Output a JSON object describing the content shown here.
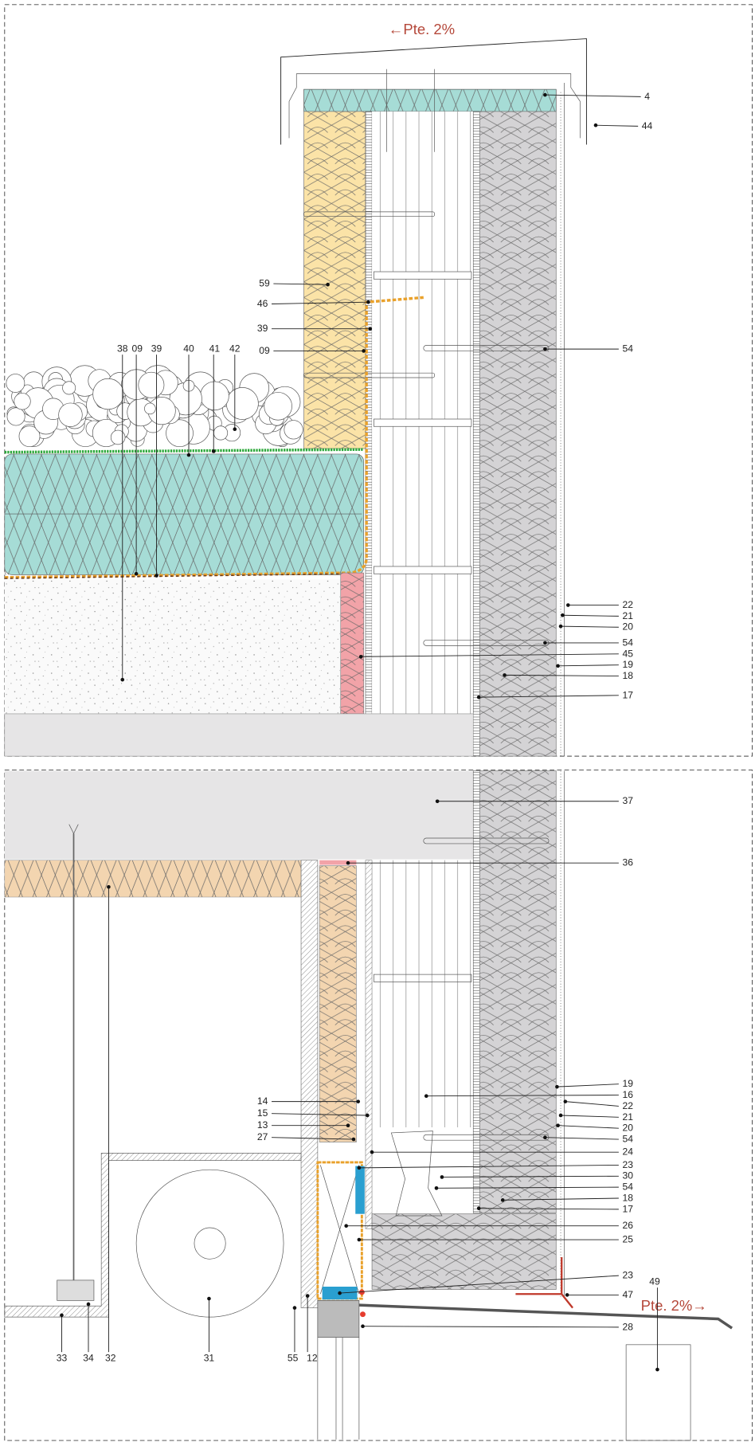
{
  "title": "Parapet and window head construction detail",
  "slope_top": "←Pte. 2%",
  "slope_bottom": "Pte. 2%→",
  "colors": {
    "teal_insulation": "#a6dcd6",
    "yellow_insulation": "#fbe3a7",
    "wood_insulation": "#f3d5b0",
    "gray_insulation": "#d4d3d5",
    "pink_insulation": "#f2a3a8",
    "concrete": "#e6e5e6",
    "membrane_green": "#2ca83a",
    "membrane_orange": "#e9a12b",
    "seal_blue": "#2a9fd0",
    "slope_text": "#b5483a"
  },
  "labels_top": [
    "4",
    "44",
    "59",
    "46",
    "39",
    "09",
    "54",
    "38",
    "09",
    "39",
    "40",
    "41",
    "42",
    "22",
    "21",
    "20",
    "54",
    "45",
    "19",
    "18",
    "17"
  ],
  "labels_bottom": [
    "37",
    "36",
    "19",
    "16",
    "22",
    "21",
    "20",
    "54",
    "24",
    "23",
    "30",
    "54",
    "18",
    "17",
    "26",
    "25",
    "23",
    "47",
    "28",
    "49",
    "14",
    "15",
    "13",
    "27",
    "33",
    "34",
    "32",
    "31",
    "55",
    "12"
  ]
}
